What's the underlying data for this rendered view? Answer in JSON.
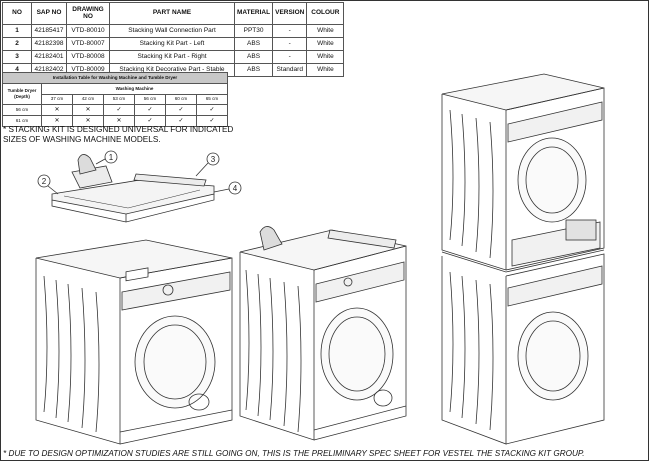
{
  "parts_table": {
    "headers": [
      "NO",
      "SAP NO",
      "DRAWING NO",
      "PART NAME",
      "MATERIAL",
      "VERSION",
      "COLOUR"
    ],
    "rows": [
      [
        "1",
        "42185417",
        "VTD-80010",
        "Stacking Wall Connection Part",
        "PPT30",
        "-",
        "White"
      ],
      [
        "2",
        "42182398",
        "VTD-80007",
        "Stacking Kit Part - Left",
        "ABS",
        "-",
        "White"
      ],
      [
        "3",
        "42182401",
        "VTD-80008",
        "Stacking Kit Part - Right",
        "ABS",
        "-",
        "White"
      ],
      [
        "4",
        "42182402",
        "VTD-80009",
        "Stacking Kit Decorative Part - Stable",
        "ABS",
        "Standard",
        "White"
      ]
    ]
  },
  "installation_table": {
    "title": "Installation Table for Washing Machine and Tumble Dryer",
    "row_header": "Tumble Dryer (Depth)",
    "col_group": "Washing Machine",
    "columns": [
      "37 cm",
      "42 cm",
      "53 cm",
      "56 cm",
      "60 cm",
      "65 cm"
    ],
    "rows": [
      {
        "label": "56 cm",
        "cells": [
          "✕",
          "✕",
          "✓",
          "✓",
          "✓",
          "✓"
        ]
      },
      {
        "label": "61 cm",
        "cells": [
          "✕",
          "✕",
          "✕",
          "✓",
          "✓",
          "✓"
        ]
      }
    ]
  },
  "note": "* STACKING KIT IS DESIGNED UNIVERSAL FOR INDICATED SIZES OF WASHING MACHINE MODELS.",
  "callouts": [
    "1",
    "2",
    "3",
    "4"
  ],
  "footer": "* DUE TO DESIGN OPTIMIZATION STUDIES ARE STILL GOING ON, THIS IS THE PRELIMINARY SPEC SHEET FOR VESTEL THE STACKING KIT GROUP."
}
